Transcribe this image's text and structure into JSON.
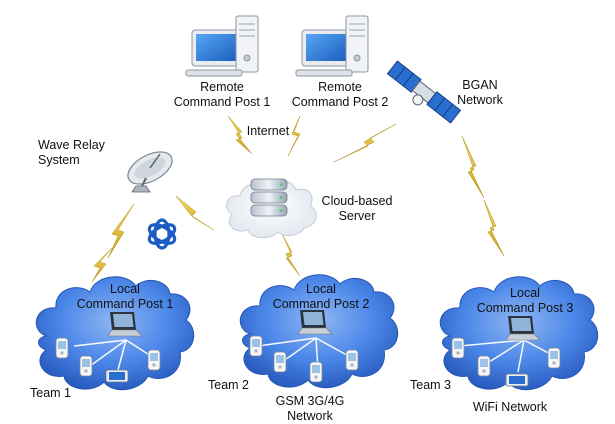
{
  "labels": {
    "remote1": "Remote\nCommand Post 1",
    "remote2": "Remote\nCommand Post 2",
    "bgan": "BGAN\nNetwork",
    "internet": "Internet",
    "wave_relay": "Wave Relay\nSystem",
    "cloud_server": "Cloud-based\nServer",
    "local1": "Local\nCommand Post 1",
    "local2": "Local\nCommand Post 2",
    "local3": "Local\nCommand Post 3",
    "team1": "Team 1",
    "team2": "Team 2",
    "team3": "Team 3",
    "gsm": "GSM 3G/4G\nNetwork",
    "wifi": "WiFi Network"
  },
  "colors": {
    "cloud_fill": "#4a86e8",
    "cloud_dark": "#2456b8",
    "lightning": "#e8c020",
    "monitor_screen": "#2a78d8",
    "satellite": "#2a6fd0"
  },
  "icons": [
    "desktop-computer-icon",
    "satellite-icon",
    "satellite-dish-icon",
    "wave-relay-logo-icon",
    "server-icon",
    "laptop-icon",
    "handheld-device-icon",
    "lightning-link-icon"
  ]
}
